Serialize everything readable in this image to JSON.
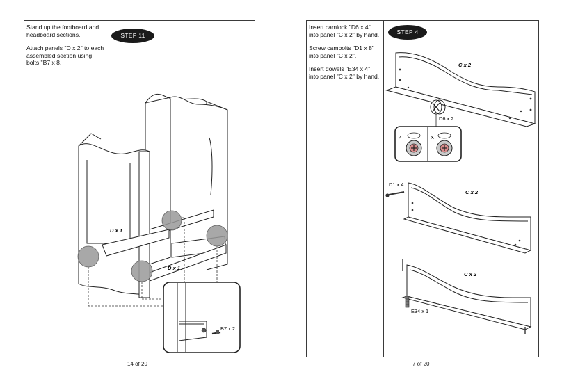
{
  "left_page": {
    "instructions": [
      "Stand up the footboard  and headboard sections.",
      "Attach panels \"D x 2\" to each assembled section using bolts \"B7 x 8."
    ],
    "step_badge": "STEP 11",
    "labels": {
      "panel_front": "D x 1",
      "panel_bottom": "D x 1",
      "bolt": "B7 x 2"
    },
    "footer": "14 of 20"
  },
  "right_page": {
    "instructions": [
      "Insert camlock \"D6 x 4\" into panel \"C x 2\" by hand.",
      "Screw cambolts \"D1 x 8\" into panel \"C x 2\".",
      "Insert dowels \"E34 x 4\" into panel \"C x 2\" by hand."
    ],
    "step_badge": "STEP 4",
    "labels": {
      "panel_top": "C x 2",
      "camlock": "D6 x 2",
      "correct_mark": "✓",
      "wrong_mark": "X",
      "cambolt": "D1 x 4",
      "panel_middle": "C x 2",
      "panel_bottom": "C x 2",
      "dowel": "E34 x 1"
    },
    "footer": "7 of 20"
  }
}
